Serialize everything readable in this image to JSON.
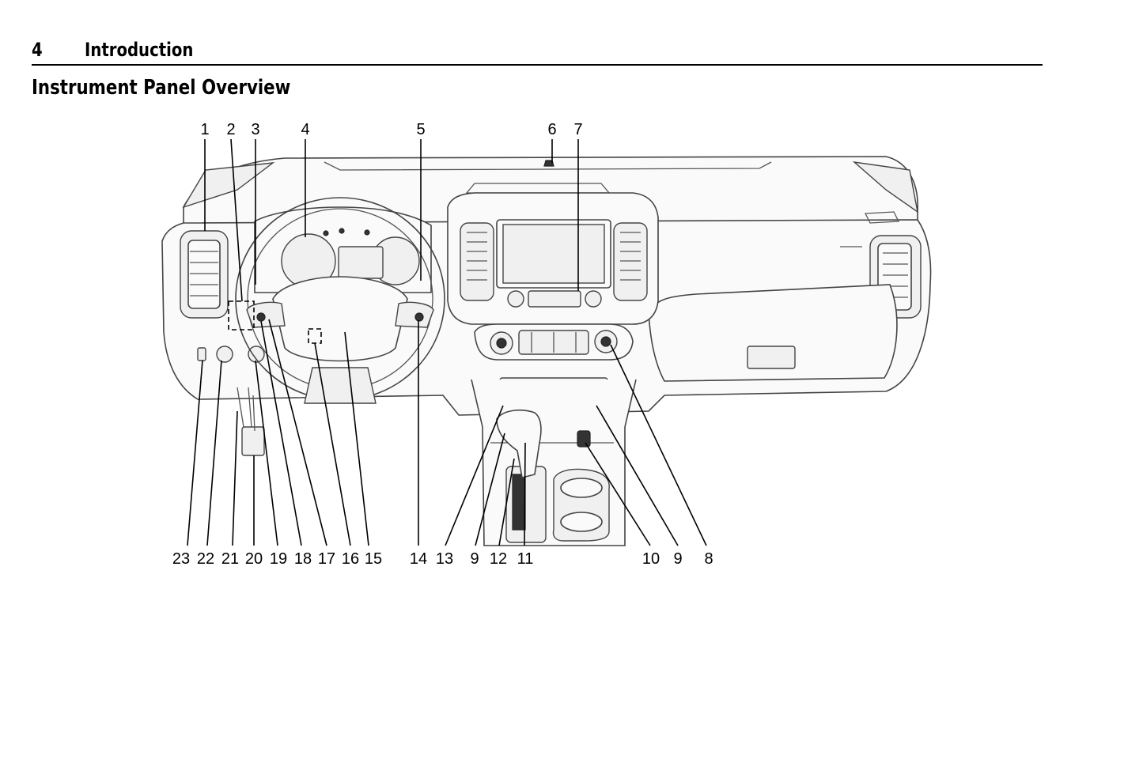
{
  "header": {
    "page_number": "4",
    "chapter": "Introduction"
  },
  "section": {
    "title": "Instrument Panel Overview"
  },
  "figure": {
    "callouts_top": [
      "1",
      "2",
      "3",
      "4",
      "5",
      "6",
      "7"
    ],
    "callouts_bottom": [
      "23",
      "22",
      "21",
      "20",
      "19",
      "18",
      "17",
      "16",
      "15",
      "14",
      "13",
      "9",
      "12",
      "11",
      "10",
      "9",
      "8"
    ]
  }
}
